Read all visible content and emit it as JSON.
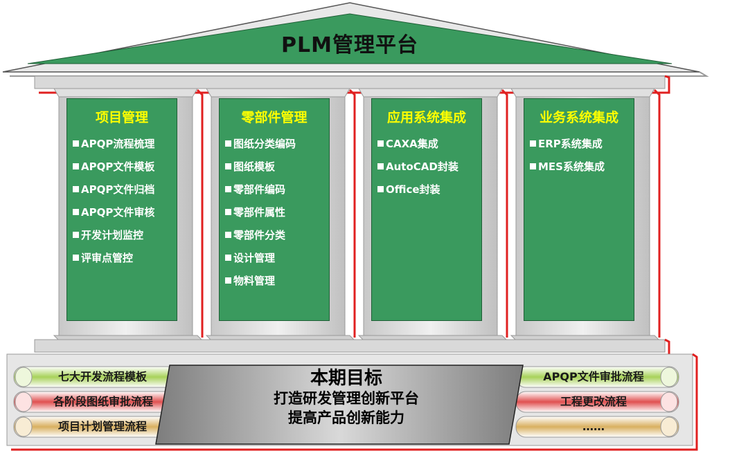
{
  "title": "PLM管理平台",
  "modules": [
    {
      "title": "项目管理",
      "items": [
        "APQP流程梳理",
        "APQP文件模板",
        "APQP文件归档",
        "APQP文件审核",
        "开发计划监控",
        "评审点管控"
      ]
    },
    {
      "title": "零部件管理",
      "items": [
        "图纸分类编码",
        "图纸模板",
        "零部件编码",
        "零部件属性",
        "零部件分类",
        "设计管理",
        "物料管理"
      ]
    },
    {
      "title": "应用系统集成",
      "items": [
        "CAXA集成",
        "AutoCAD封装",
        "Office封装"
      ]
    },
    {
      "title": "业务系统集成",
      "items": [
        "ERP系统集成",
        "MES系统集成"
      ]
    }
  ],
  "goal": {
    "title": "本期目标",
    "lines": [
      "打造研发管理创新平台",
      "提高产品创新能力"
    ]
  },
  "left_processes": [
    "七大开发流程模板",
    "各阶段图纸审批流程",
    "项目计划管理流程"
  ],
  "right_processes": [
    "APQP文件审批流程",
    "工程更改流程",
    "……"
  ],
  "colors": {
    "green": "#3a9a5e",
    "dark_green": "#1f5e36",
    "title_yellow": "#ffff00",
    "frame_red": "#e02020",
    "stone": "#d9d9d9",
    "pill_green": "#a8d25a",
    "pill_red": "#e05050",
    "pill_tan": "#d9b060"
  }
}
